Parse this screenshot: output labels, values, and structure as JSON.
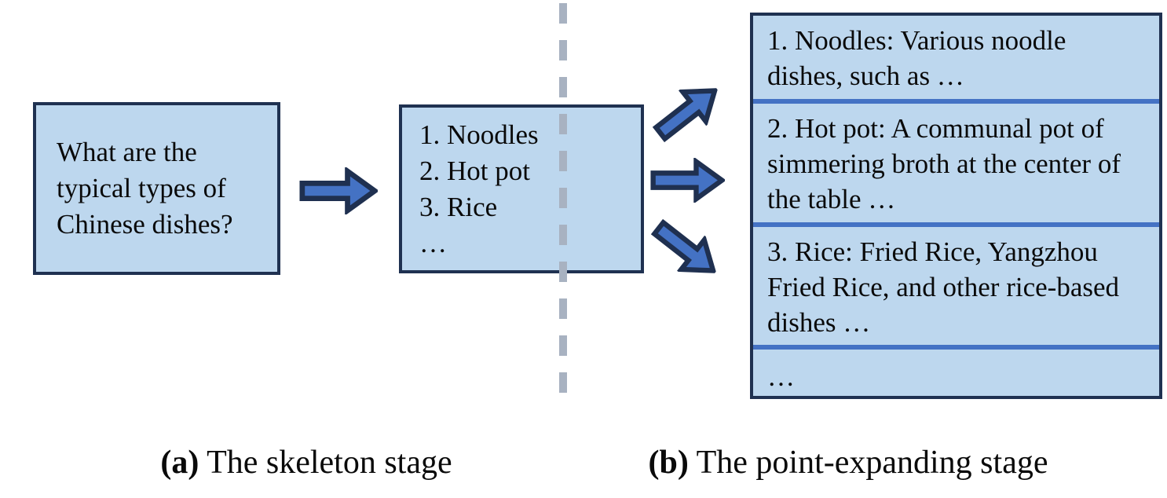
{
  "palette": {
    "background": "#FFFFFF",
    "box_fill": "#BDD7EE",
    "box_border": "#1F3151",
    "arrow_fill": "#4472C4",
    "arrow_border": "#1F3050",
    "panel_divider": "#4472C4",
    "dashed_line": "#A8B2C1",
    "text": "#0A0A0A"
  },
  "skeleton_stage": {
    "question_box": {
      "text": "What are the typical types of Chinese dishes?"
    },
    "skeleton_box": {
      "items": [
        "1. Noodles",
        "2. Hot pot",
        "3. Rice",
        "…"
      ]
    },
    "caption": {
      "label": "(a)",
      "text": " The skeleton stage"
    }
  },
  "point_expanding_stage": {
    "expanded_points": [
      {
        "full_text": "1. Noodles: Various noodle dishes, such as …",
        "lines": {
          "l1": "1. Noodles: Various noodle dishes, such as …"
        }
      },
      {
        "full_text": "2. Hot pot: A communal pot of simmering broth at the center of the table …",
        "lines": {
          "l1": "2. Hot pot: A communal pot of simmering broth at the center of the table …"
        }
      },
      {
        "full_text": "3. Rice: Fried Rice, Yangzhou Fried Rice, and other rice-based dishes …",
        "lines": {
          "l1": "3. Rice: Fried Rice, Yangzhou Fried Rice, and other rice-based dishes …"
        }
      },
      {
        "full_text": "…",
        "lines": {
          "l1": "…"
        }
      }
    ],
    "caption": {
      "label": "(b)",
      "text": " The point-expanding stage"
    }
  }
}
